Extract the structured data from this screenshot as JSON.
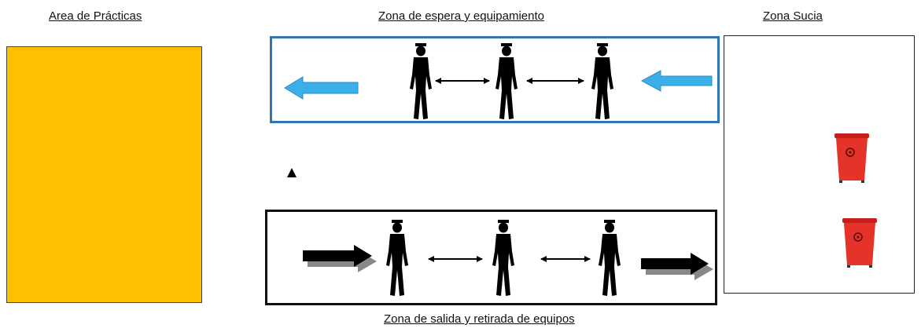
{
  "labels": {
    "practice_area": "Area de Prácticas",
    "waiting_zone": "Zona de espera y equipamiento",
    "dirty_zone": "Zona Sucia",
    "exit_zone": "Zona de salida y retirada de equipos"
  },
  "colors": {
    "practice_area_fill": "#ffc000",
    "waiting_border": "#2e75b6",
    "blue_arrow": "#3bb0e8",
    "black_arrow": "#000000",
    "bin_red": "#e5332a"
  },
  "icons": {
    "person": "person-silhouette-icon",
    "biohazard_bin": "biohazard-bin-icon",
    "double_arrow": "double-arrow-icon"
  }
}
